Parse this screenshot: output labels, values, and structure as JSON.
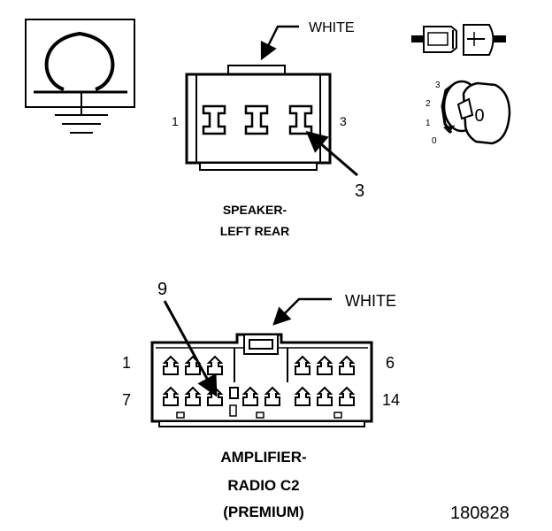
{
  "colors": {
    "ink": "#000000",
    "paper": "#ffffff"
  },
  "ground_symbol": {
    "icon": "ground-omega-icon"
  },
  "speaker_connector": {
    "color_label": "WHITE",
    "pin_left": "1",
    "pin_right": "3",
    "callout": "3",
    "title_line1": "SPEAKER-",
    "title_line2": "LEFT REAR"
  },
  "legend": {
    "terminal_icon": "terminal-probe-icon",
    "position_labels": [
      "3",
      "2",
      "1",
      "0"
    ],
    "key_label": "0"
  },
  "amplifier_connector": {
    "color_label": "WHITE",
    "callout": "9",
    "pin_top_left": "1",
    "pin_top_right": "6",
    "pin_bottom_left": "7",
    "pin_bottom_right": "14",
    "title_line1": "AMPLIFIER-",
    "title_line2": "RADIO C2",
    "title_line3": "(PREMIUM)"
  },
  "figure_number": "180828"
}
